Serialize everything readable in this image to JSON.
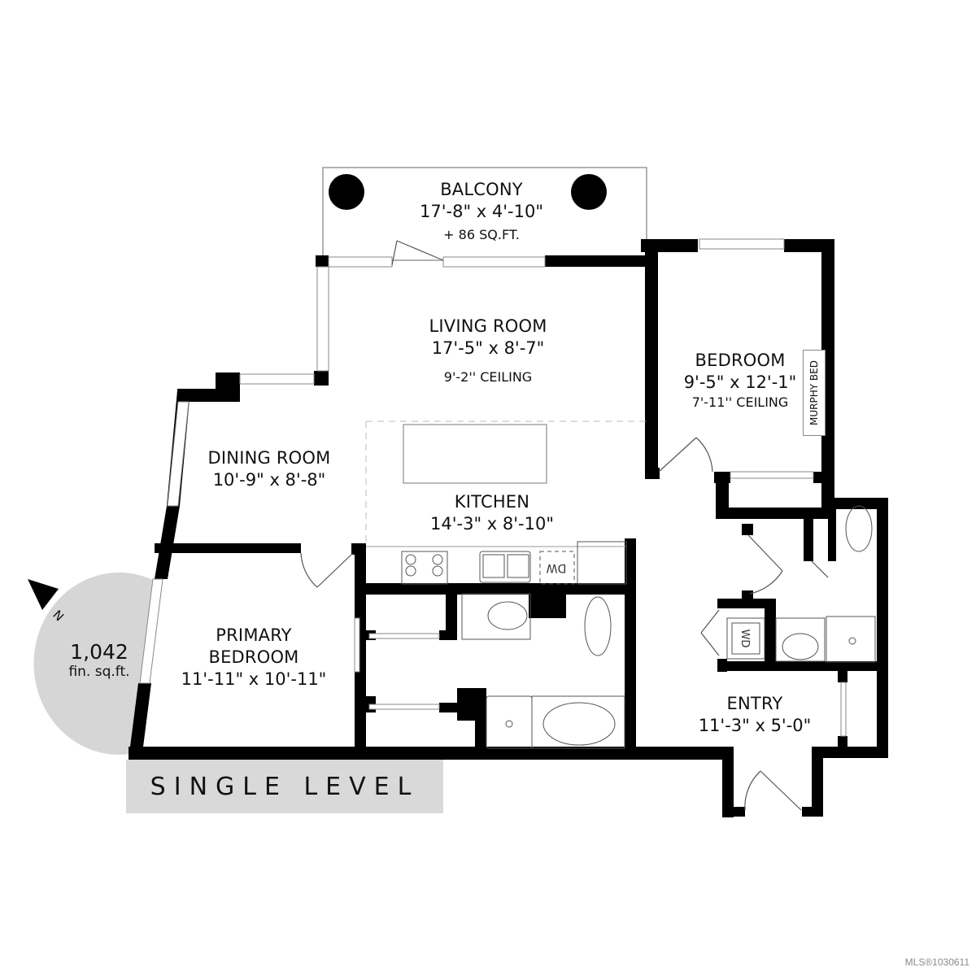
{
  "plan": {
    "level_label": "SINGLE LEVEL",
    "total_area": {
      "value": "1,042",
      "unit": "fin. sq.ft."
    },
    "north_label": "N",
    "watermark": "MLS®1030611",
    "colors": {
      "wall": "#000000",
      "banner": "#d9d9d9",
      "compass": "#d6d6d6",
      "window": "#ffffff",
      "outline": "#999999"
    }
  },
  "rooms": {
    "balcony": {
      "name": "BALCONY",
      "dims": "17'-8\" x 4'-10\"",
      "extra": "+ 86 SQ.FT."
    },
    "living": {
      "name": "LIVING ROOM",
      "dims": "17'-5\" x 8'-7\"",
      "ceiling": "9'-2'' CEILING"
    },
    "bedroom": {
      "name": "BEDROOM",
      "dims": "9'-5\" x 12'-1\"",
      "ceiling": "7'-11'' CEILING",
      "fixture": "MURPHY BED"
    },
    "dining": {
      "name": "DINING ROOM",
      "dims": "10'-9\" x 8'-8\""
    },
    "kitchen": {
      "name": "KITCHEN",
      "dims": "14'-3\" x 8'-10\"",
      "appliance": "DW"
    },
    "primary": {
      "name_line1": "PRIMARY",
      "name_line2": "BEDROOM",
      "dims": "11'-11\" x 10'-11\""
    },
    "entry": {
      "name": "ENTRY",
      "dims": "11'-3\" x 5'-0\""
    },
    "laundry": {
      "appliance": "WD"
    }
  }
}
